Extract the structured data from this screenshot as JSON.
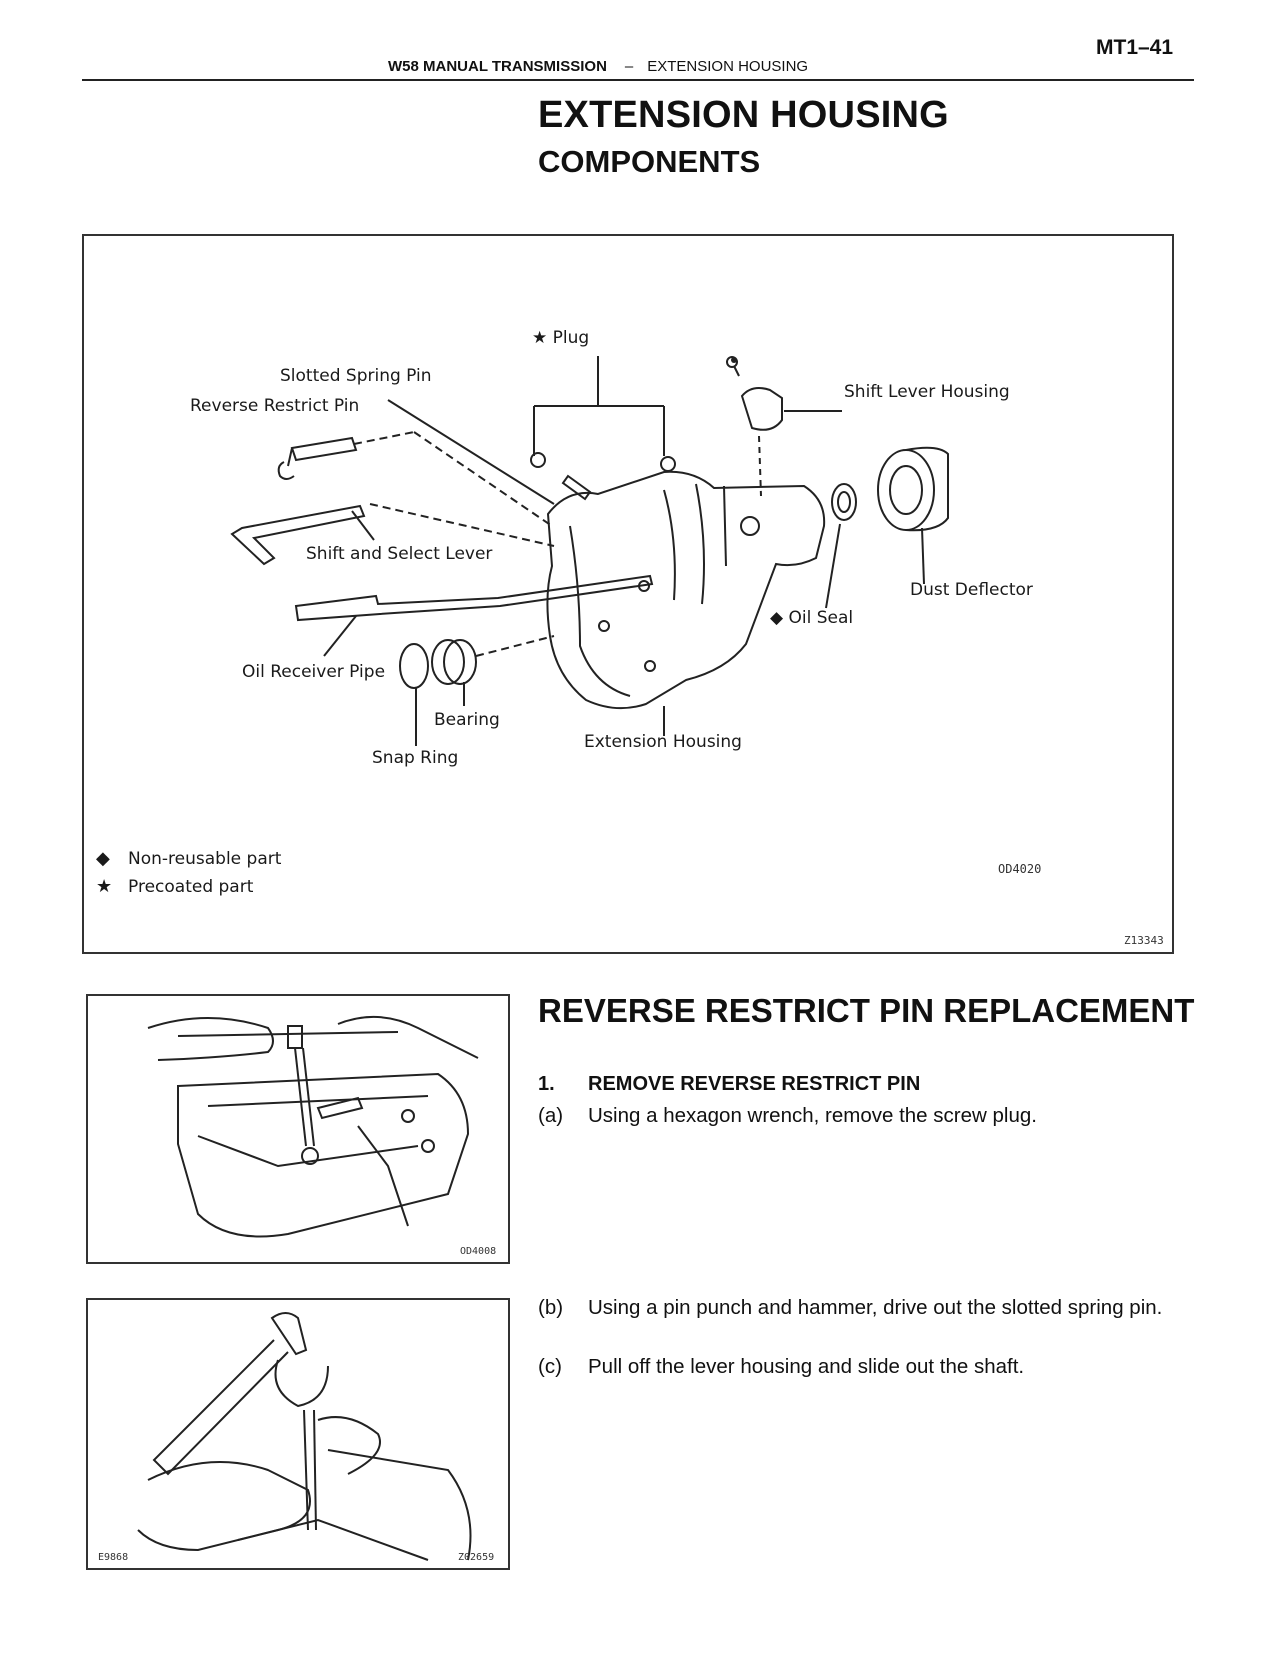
{
  "header": {
    "page_number": "MT1–41",
    "section": "W58 MANUAL TRANSMISSION",
    "separator": "–",
    "subsection": "EXTENSION HOUSING"
  },
  "titles": {
    "main": "EXTENSION HOUSING",
    "sub": "COMPONENTS"
  },
  "components_figure": {
    "callouts": {
      "plug": "★ Plug",
      "slotted_spring_pin": "Slotted Spring Pin",
      "reverse_restrict_pin": "Reverse Restrict Pin",
      "shift_lever_housing": "Shift Lever Housing",
      "shift_and_select_lever": "Shift and Select Lever",
      "dust_deflector": "Dust Deflector",
      "oil_seal": "◆ Oil Seal",
      "oil_receiver_pipe": "Oil Receiver Pipe",
      "bearing": "Bearing",
      "snap_ring": "Snap Ring",
      "extension_housing": "Extension Housing"
    },
    "legend": [
      {
        "symbol": "◆",
        "text": "Non-reusable part"
      },
      {
        "symbol": "★",
        "text": "Precoated part"
      }
    ],
    "figure_code": "OD4020",
    "reference_code": "Z13343"
  },
  "figure_2": {
    "code": "OD4008"
  },
  "figure_3": {
    "code_left": "E9868",
    "code_right": "Z02659"
  },
  "procedure": {
    "title": "REVERSE RESTRICT PIN REPLACEMENT",
    "step_number": "1.",
    "step_title": "REMOVE REVERSE RESTRICT PIN",
    "substeps": [
      {
        "label": "(a)",
        "text": "Using a hexagon wrench, remove the screw plug."
      },
      {
        "label": "(b)",
        "text": "Using a pin punch and hammer, drive out the slotted spring pin."
      },
      {
        "label": "(c)",
        "text": "Pull off the lever housing and slide out the shaft."
      }
    ]
  }
}
